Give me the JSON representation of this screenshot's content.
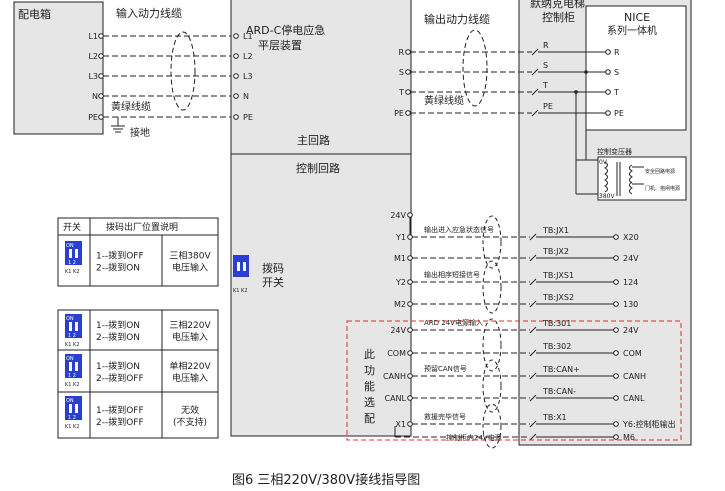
{
  "colors": {
    "box": "#e6e6e6",
    "line": "#222222",
    "red_dash": "#e03030",
    "switch": "#2a3fd0"
  },
  "panel": {
    "title": "配电箱",
    "terminals": [
      "L1",
      "L2",
      "L3",
      "N",
      "PE"
    ]
  },
  "input_cable": {
    "label": "输入动力线缆",
    "pe_label": "黄绿线缆",
    "ground": "接地"
  },
  "ard": {
    "title1": "ARD-C停电应急",
    "title2": "平层装置",
    "main_loop": "主回路",
    "ctrl_loop": "控制回路",
    "in_terminals": [
      "L1",
      "L2",
      "L3",
      "N",
      "PE"
    ],
    "out_terminals": [
      "R",
      "S",
      "T",
      "PE"
    ],
    "ctrl_terminals": [
      "24V",
      "Y1",
      "M1",
      "Y2",
      "M2",
      "24V",
      "COM",
      "CANH",
      "CANL",
      "X1"
    ],
    "switch_label1": "拨码",
    "switch_label2": "开关",
    "vertical_note": [
      "此",
      "功",
      "能",
      "选",
      "配"
    ]
  },
  "output_cable": {
    "label": "输出动力线缆",
    "pe_label": "黄绿线缆"
  },
  "cabinet": {
    "title1": "默纳克电梯",
    "title2": "控制柜",
    "nice1": "NICE",
    "nice2": "系列一体机",
    "wires": [
      "R",
      "S",
      "T",
      "PE"
    ],
    "nice_terminals": [
      "R",
      "S",
      "T",
      "PE"
    ],
    "transformer": "控制变压器",
    "t_0v": "0V",
    "t_380v": "380V",
    "t_out1": "安全回路电源",
    "t_out2": "门机、抱闸电源"
  },
  "signals": [
    {
      "tb": "TB:JX1",
      "dest": "X20",
      "note": "输出进入应急状态信号"
    },
    {
      "tb": "TB:JX2",
      "dest": "24V",
      "note": ""
    },
    {
      "tb": "TB:JXS1",
      "dest": "124",
      "note": "输出相序短接信号"
    },
    {
      "tb": "TB:JXS2",
      "dest": "130",
      "note": ""
    },
    {
      "tb": "TB:301",
      "dest": "24V",
      "note": "ARD 24V电源输入"
    },
    {
      "tb": "TB:302",
      "dest": "COM",
      "note": ""
    },
    {
      "tb": "TB:CAN+",
      "dest": "CANH",
      "note": "预留CAN信号"
    },
    {
      "tb": "TB:CAN-",
      "dest": "CANL",
      "note": ""
    },
    {
      "tb": "TB:X1",
      "dest": "Y6:控制柜输出",
      "note": "救援完毕信号"
    },
    {
      "tb": "",
      "dest": "M6",
      "note": "控制柜内24V电源"
    }
  ],
  "legend": {
    "header_col1": "开关",
    "header_col2": "拨码出厂位置说明",
    "sw_on": "ON",
    "sw_nums": "1 2",
    "sw_k": "K1 K2",
    "rows": [
      {
        "line1": "1--拨到OFF",
        "line2": "2--拨到ON",
        "desc1": "三相380V",
        "desc2": "电压输入"
      },
      {
        "line1": "1--拨到ON",
        "line2": "2--拨到ON",
        "desc1": "三相220V",
        "desc2": "电压输入"
      },
      {
        "line1": "1--拨到ON",
        "line2": "2--拨到OFF",
        "desc1": "单相220V",
        "desc2": "电压输入"
      },
      {
        "line1": "1--拨到OFF",
        "line2": "2--拨到OFF",
        "desc1": "无效",
        "desc2": "(不支持)"
      }
    ]
  },
  "caption": "图6  三相220V/380V接线指导图"
}
